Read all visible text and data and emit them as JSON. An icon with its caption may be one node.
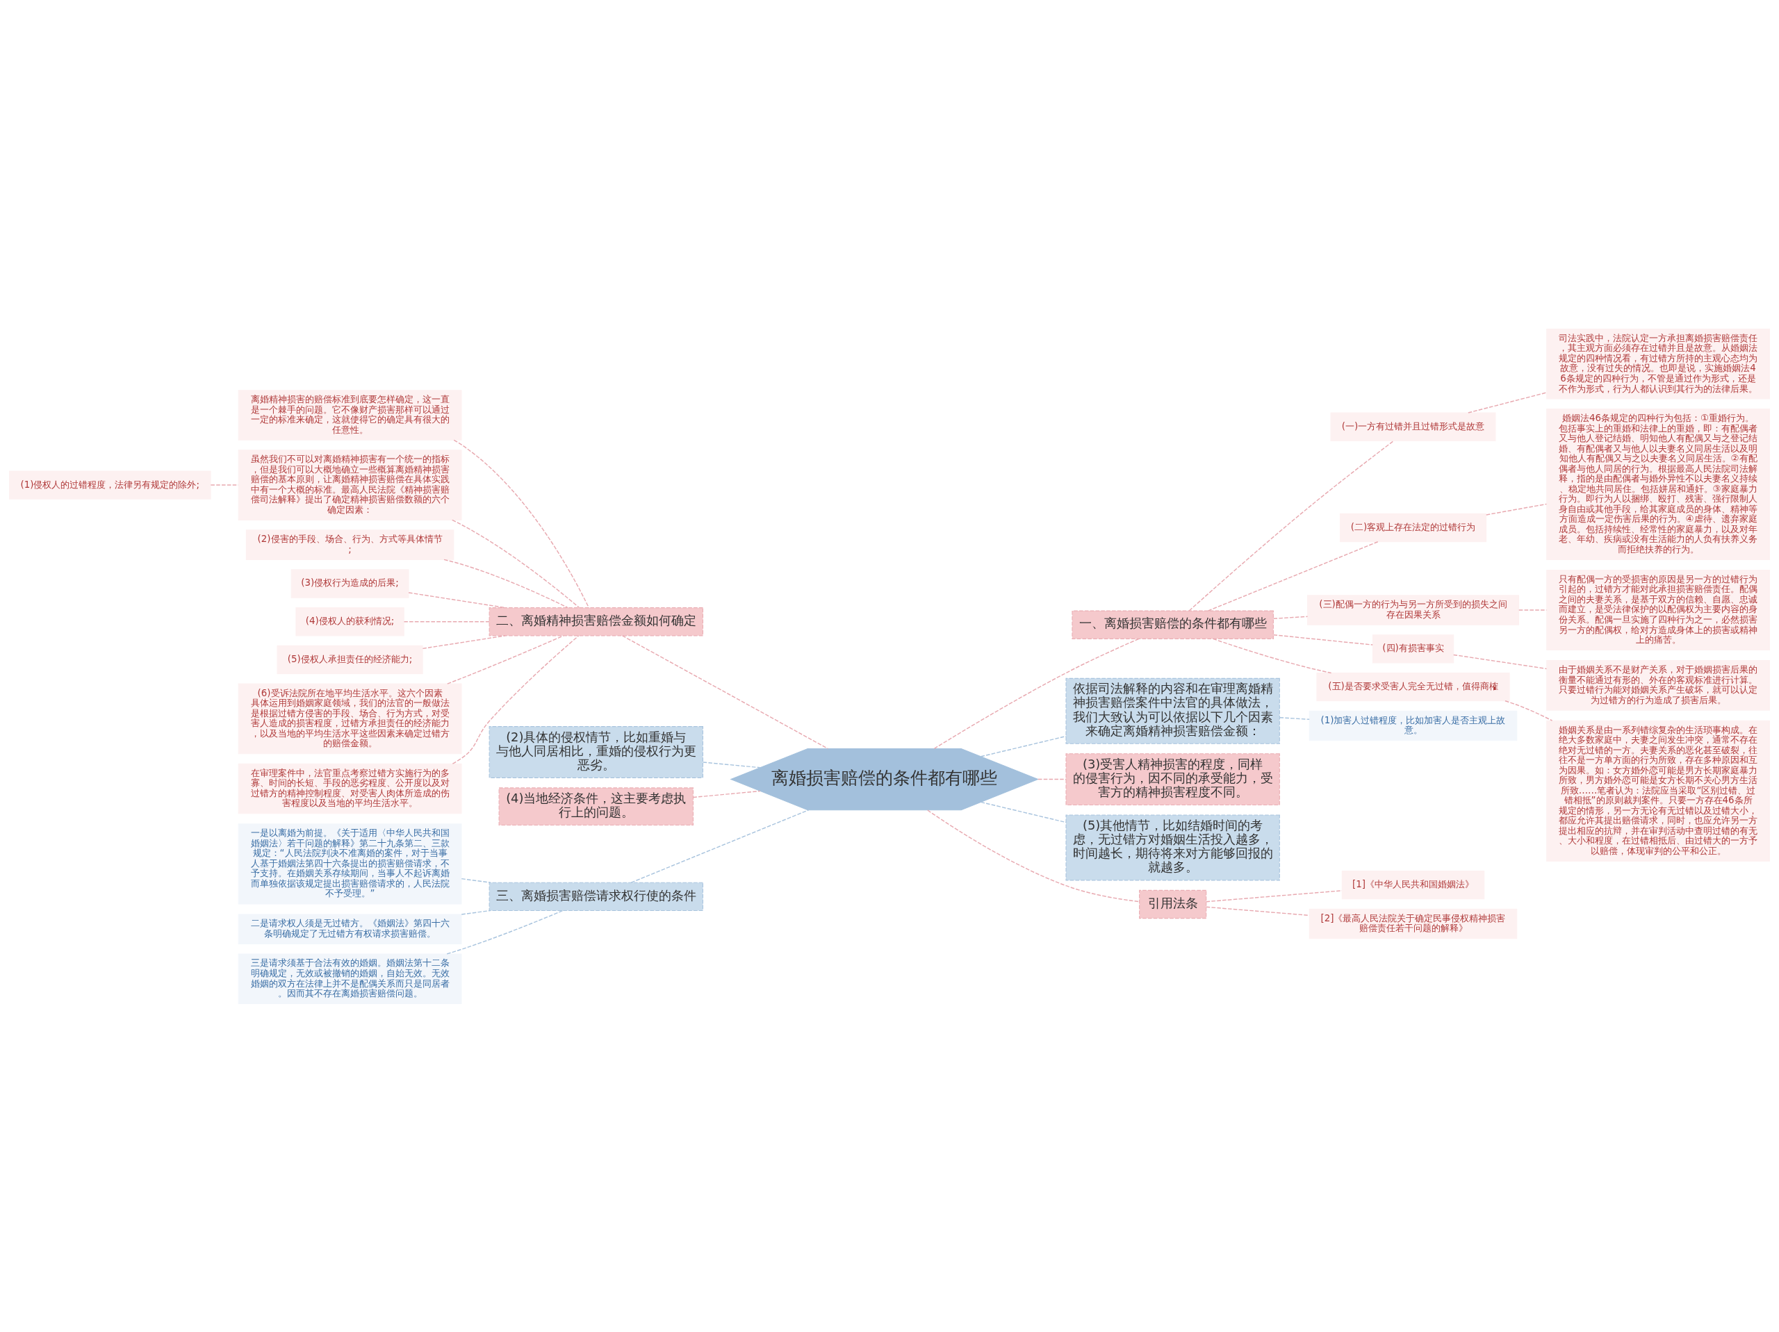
{
  "diagram": {
    "nodes": [
      {
        "text": [
          "离婚损害赔偿的条件都有哪些"
        ]
      },
      {
        "text": [
          "二、离婚精神损害赔偿金额如何确定"
        ]
      },
      {
        "text": [
          "离婚精神损害的赔偿标准到底要怎样确定，这一直是一个棘手的问题。它不像财产损害那样可以通过一定的标准来确定，这就使得它的确定具有很大的任意性。"
        ]
      },
      {
        "text": [
          "虽然我们不可以对离婚精神损害有一个统一的指标，但是我们可以大概地确立一些概算离婚精神损害赔偿的基本原则，让离婚精神损害赔偿在具体实践中有一个大概的标准。最高人民法院《精神损害赔偿司法解释》提出了确定精神损害赔偿数额的六个确定因素："
        ]
      },
      {
        "text": [
          "(1)侵权人的过错程度，法律另有规定的除外;"
        ]
      },
      {
        "text": [
          "(2)侵害的手段、场合、行为、方式等具体情节;"
        ]
      },
      {
        "text": [
          "(3)侵权行为造成的后果;"
        ]
      },
      {
        "text": [
          "(4)侵权人的获利情况;"
        ]
      },
      {
        "text": [
          "(5)侵权人承担责任的经济能力;"
        ]
      },
      {
        "text": [
          "(6)受诉法院所在地平均生活水平。这六个因素具体运用到婚姻家庭领域，我们的法官的一般做法是根据过错方侵害的手段、场合、行为方式，对受害人造成的损害程度，过错方承担责任的经济能力，以及当地的平均生活水平这些因素来确定过错方的赔偿金额。"
        ]
      },
      {
        "text": [
          "在审理案件中，法官重点考察过错方实施行为的多寡、时间的长短、手段的恶劣程度、公开度以及对过错方的精神控制程度、对受害人肉体所造成的伤害程度以及当地的平均生活水平。"
        ]
      },
      {
        "text": [
          "(2)具体的侵权情节，比如重婚与与他人同居相比，重婚的侵权行为更恶劣。"
        ]
      },
      {
        "text": [
          "(4)当地经济条件，这主要考虑执行上的问题。"
        ]
      },
      {
        "text": [
          "三、离婚损害赔偿请求权行使的条件"
        ]
      },
      {
        "text": [
          "一是以离婚为前提。《关于适用〈中华人民共和国婚姻法〉若干问题的解释》第二十九条第二、三款规定：“人民法院判决不准离婚的案件，对于当事人基于婚姻法第四十六条提出的损害赔偿请求，不予支持。在婚姻关系存续期间，当事人不起诉离婚而单独依据该规定提出损害赔偿请求的，人民法院不予受理。”"
        ]
      },
      {
        "text": [
          "二是请求权人须是无过错方。《婚姻法》第四十六条明确规定了无过错方有权请求损害赔偿。"
        ]
      },
      {
        "text": [
          "三是请求须基于合法有效的婚姻。婚姻法第十二条明确规定，无效或被撤销的婚姻，自始无效。无效婚姻的双方在法律上并不是配偶关系而只是同居者。因而其不存在离婚损害赔偿问题。"
        ]
      },
      {
        "text": [
          "一、离婚损害赔偿的条件都有哪些"
        ]
      },
      {
        "text": [
          "(一)一方有过错并且过错形式是故意"
        ]
      },
      {
        "text": [
          "司法实践中，法院认定一方承担离婚损害赔偿责任，其主观方面必须存在过错并且是故意。从婚姻法规定的四种情况看，有过错方所持的主观心态均为故意，没有过失的情况。也即是说，实施婚姻法46条规定的四种行为，不管是通过作为形式，还是不作为形式，行为人都认识到其行为的法律后果。"
        ]
      },
      {
        "text": [
          "(二)客观上存在法定的过错行为"
        ]
      },
      {
        "text": [
          "婚姻法46条规定的四种行为包括：①重婚行为。包括事实上的重婚和法律上的重婚，即：有配偶者又与他人登记结婚、明知他人有配偶又与之登记结婚、有配偶者又与他人以夫妻名义同居生活以及明知他人有配偶又与之以夫妻名义同居生活。②有配偶者与他人同居的行为。根据最高人民法院司法解释，指的是由配偶者与婚外异性不以夫妻名义持续、稳定地共同居住。包括姘居和通奸。③家庭暴力行为。即行为人以捆绑、殴打、残害、强行限制人身自由或其他手段，给其家庭成员的身体、精神等方面造成一定伤害后果的行为。④虐待、遗弃家庭成员。包括持续性、经常性的家庭暴力，以及对年老、年幼、疾病或没有生活能力的人负有扶养义务而拒绝扶养的行为。"
        ]
      },
      {
        "text": [
          "(三)配偶一方的行为与另一方所受到的损失之间存在因果关系"
        ]
      },
      {
        "text": [
          "只有配偶一方的受损害的原因是另一方的过错行为引起的，过错方才能对此承担损害赔偿责任。配偶之间的夫妻关系，是基于双方的信赖、自愿、忠诚而建立，是受法律保护的以配偶权为主要内容的身份关系。配偶一旦实施了四种行为之一，必然损害另一方的配偶权，给对方造成身体上的损害或精神上的痛苦。"
        ]
      },
      {
        "text": [
          "(四)有损害事实"
        ]
      },
      {
        "text": [
          "由于婚姻关系不是财产关系，对于婚姻损害后果的衡量不能通过有形的、外在的客观标准进行计算。只要过错行为能对婚姻关系产生破坏，就可以认定为过错方的行为造成了损害后果。"
        ]
      },
      {
        "text": [
          "(五)是否要求受害人完全无过错，值得商榷"
        ]
      },
      {
        "text": [
          "婚姻关系是由一系列错综复杂的生活琐事构成。在绝大多数家庭中，夫妻之间发生冲突，通常不存在绝对无过错的一方。夫妻关系的恶化甚至破裂，往往不是一方单方面的行为所致，存在多种原因和互为因果。如：女方婚外恋可能是男方长期家庭暴力所致，男方婚外恋可能是女方长期不关心男方生活所致……笔者认为：法院应当采取“区别过错、过错相抵”的原则裁判案件。只要一方存在46条所规定的情形，另一方无论有无过错以及过错大小，都应允许其提出赔偿请求，同时，也应允许另一方提出相应的抗辩，并在审判活动中查明过错的有无、大小和程度，在过错相抵后、由过错大的一方予以赔偿，体现审判的公平和公正。"
        ]
      },
      {
        "text": [
          "依据司法解释的内容和在审理离婚精神损害赔偿案件中法官的具体做法，我们大致认为可以依据以下几个因素来确定离婚精神损害赔偿金额："
        ]
      },
      {
        "text": [
          "(1)加害人过错程度，比如加害人是否主观上故意。"
        ]
      },
      {
        "text": [
          "(3)受害人精神损害的程度，同样的侵害行为，因不同的承受能力，受害方的精神损害程度不同。"
        ]
      },
      {
        "text": [
          "(5)其他情节，比如结婚时间的考虑，无过错方对婚姻生活投入越多，时间越长，期待将来对方能够回报的就越多。"
        ]
      },
      {
        "text": [
          "引用法条"
        ]
      },
      {
        "text": [
          "[1]《中华人民共和国婚姻法》"
        ]
      },
      {
        "text": [
          "[2]《最高人民法院关于确定民事侵权精神损害赔偿责任若干问题的解释》"
        ]
      }
    ],
    "edges": [
      {
        "from": 0,
        "to": 1,
        "arrow": "none",
        "style": "dashed"
      },
      {
        "from": 1,
        "to": 2,
        "arrow": "none",
        "style": "dashed"
      },
      {
        "from": 1,
        "to": 3,
        "arrow": "none",
        "style": "dashed"
      },
      {
        "from": 3,
        "to": 4,
        "arrow": "none",
        "style": "dashed"
      },
      {
        "from": 1,
        "to": 5,
        "arrow": "none",
        "style": "dashed"
      },
      {
        "from": 1,
        "to": 6,
        "arrow": "none",
        "style": "dashed"
      },
      {
        "from": 1,
        "to": 7,
        "arrow": "none",
        "style": "dashed"
      },
      {
        "from": 1,
        "to": 8,
        "arrow": "none",
        "style": "dashed"
      },
      {
        "from": 1,
        "to": 9,
        "arrow": "none",
        "style": "dashed"
      },
      {
        "from": 1,
        "to": 10,
        "arrow": "none",
        "style": "dashed"
      },
      {
        "from": 0,
        "to": 11,
        "arrow": "none",
        "style": "dashed",
        "color": "#a9c4de"
      },
      {
        "from": 0,
        "to": 12,
        "arrow": "none",
        "style": "dashed"
      },
      {
        "from": 0,
        "to": 13,
        "arrow": "none",
        "style": "dashed",
        "color": "#a9c4de"
      },
      {
        "from": 13,
        "to": 14,
        "arrow": "none",
        "style": "dashed",
        "color": "#a9c4de"
      },
      {
        "from": 13,
        "to": 15,
        "arrow": "none",
        "style": "dashed",
        "color": "#a9c4de"
      },
      {
        "from": 13,
        "to": 16,
        "arrow": "none",
        "style": "dashed",
        "color": "#a9c4de"
      },
      {
        "from": 0,
        "to": 17,
        "arrow": "none",
        "style": "dashed"
      },
      {
        "from": 17,
        "to": 18,
        "arrow": "none",
        "style": "dashed"
      },
      {
        "from": 18,
        "to": 19,
        "arrow": "none",
        "style": "dashed"
      },
      {
        "from": 17,
        "to": 20,
        "arrow": "none",
        "style": "dashed"
      },
      {
        "from": 20,
        "to": 21,
        "arrow": "none",
        "style": "dashed"
      },
      {
        "from": 17,
        "to": 22,
        "arrow": "none",
        "style": "dashed"
      },
      {
        "from": 22,
        "to": 23,
        "arrow": "none",
        "style": "dashed"
      },
      {
        "from": 17,
        "to": 24,
        "arrow": "none",
        "style": "dashed"
      },
      {
        "from": 24,
        "to": 25,
        "arrow": "none",
        "style": "dashed"
      },
      {
        "from": 17,
        "to": 26,
        "arrow": "none",
        "style": "dashed"
      },
      {
        "from": 26,
        "to": 27,
        "arrow": "none",
        "style": "dashed"
      },
      {
        "from": 0,
        "to": 28,
        "arrow": "none",
        "style": "dashed",
        "color": "#a9c4de"
      },
      {
        "from": 28,
        "to": 29,
        "arrow": "none",
        "style": "dashed",
        "color": "#a9c4de"
      },
      {
        "from": 0,
        "to": 30,
        "arrow": "none",
        "style": "dashed"
      },
      {
        "from": 0,
        "to": 31,
        "arrow": "none",
        "style": "dashed",
        "color": "#a9c4de"
      },
      {
        "from": 0,
        "to": 32,
        "arrow": "none",
        "style": "dashed"
      },
      {
        "from": 32,
        "to": 33,
        "arrow": "none",
        "style": "dashed"
      },
      {
        "from": 32,
        "to": 34,
        "arrow": "none",
        "style": "dashed"
      }
    ]
  }
}
